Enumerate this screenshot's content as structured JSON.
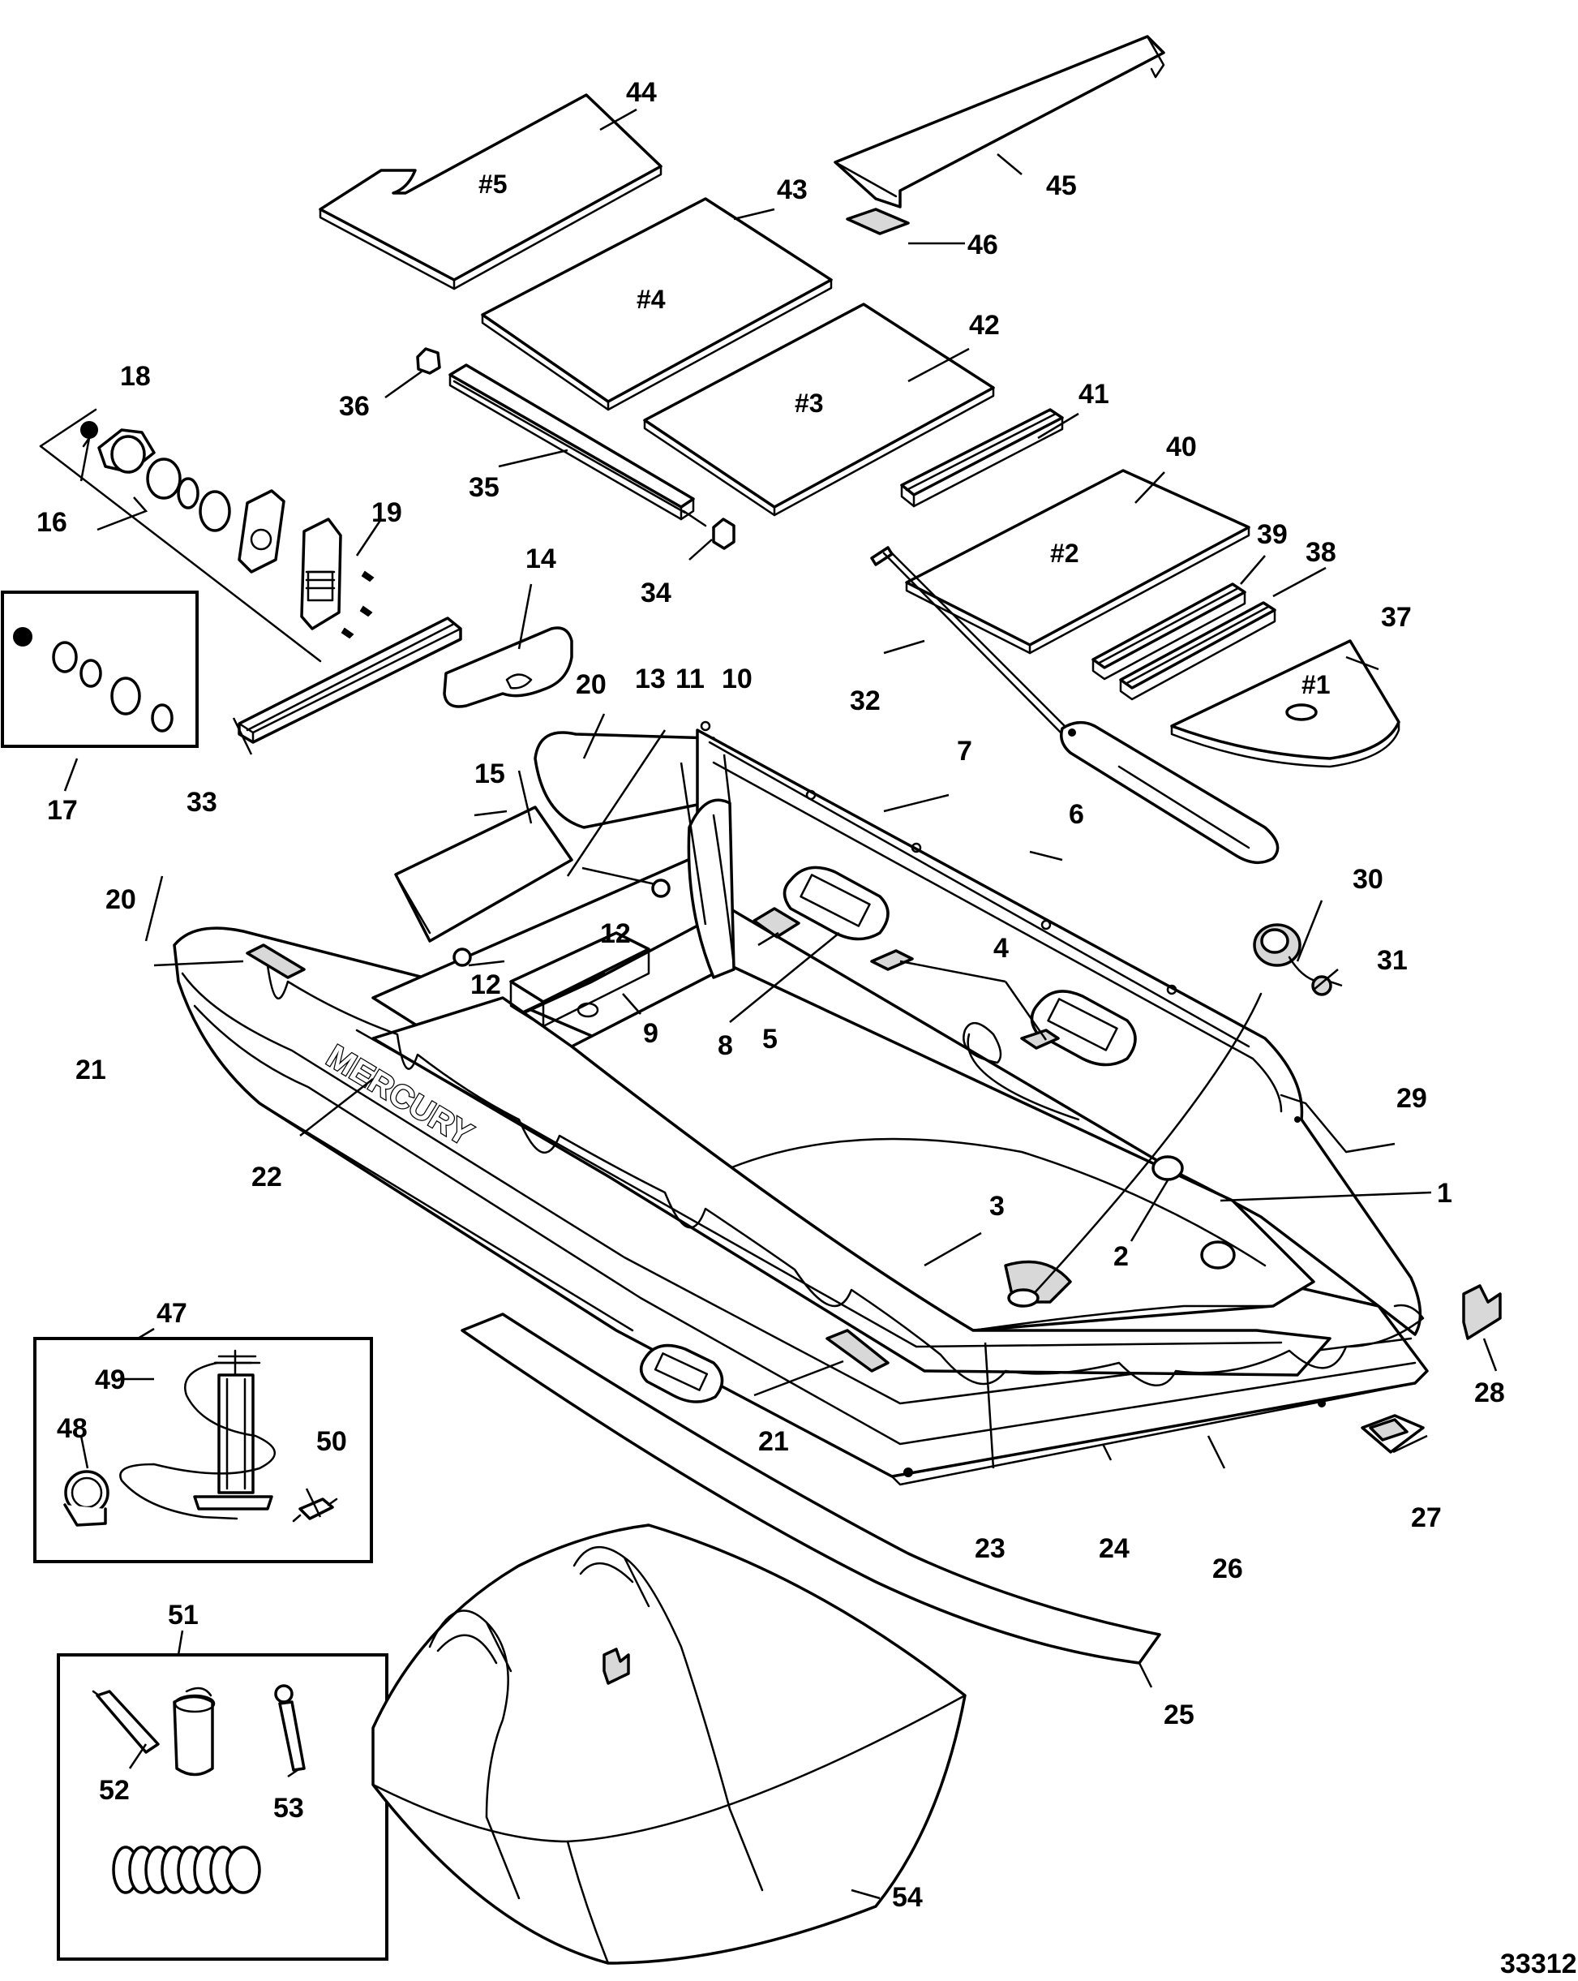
{
  "figure_id": "33312",
  "brand_text": "MERCURY",
  "seat_labels": {
    "seat1": "#1",
    "seat2": "#2",
    "seat3": "#3",
    "seat4": "#4",
    "seat5": "#5"
  },
  "callouts": {
    "c1": "1",
    "c2": "2",
    "c3": "3",
    "c4": "4",
    "c5": "5",
    "c6": "6",
    "c7": "7",
    "c8": "8",
    "c9": "9",
    "c10": "10",
    "c11": "11",
    "c12a": "12",
    "c12b": "12",
    "c13": "13",
    "c14": "14",
    "c15": "15",
    "c16": "16",
    "c17": "17",
    "c18": "18",
    "c19": "19",
    "c20a": "20",
    "c20b": "20",
    "c21a": "21",
    "c21b": "21",
    "c22": "22",
    "c23": "23",
    "c24": "24",
    "c25": "25",
    "c26": "26",
    "c27": "27",
    "c28": "28",
    "c29": "29",
    "c30": "30",
    "c31": "31",
    "c32": "32",
    "c33": "33",
    "c34": "34",
    "c35": "35",
    "c36": "36",
    "c37": "37",
    "c38": "38",
    "c39": "39",
    "c40": "40",
    "c41": "41",
    "c42": "42",
    "c43": "43",
    "c44": "44",
    "c45": "45",
    "c46": "46",
    "c47": "47",
    "c48": "48",
    "c49": "49",
    "c50": "50",
    "c51": "51",
    "c52": "52",
    "c53": "53",
    "c54": "54"
  }
}
